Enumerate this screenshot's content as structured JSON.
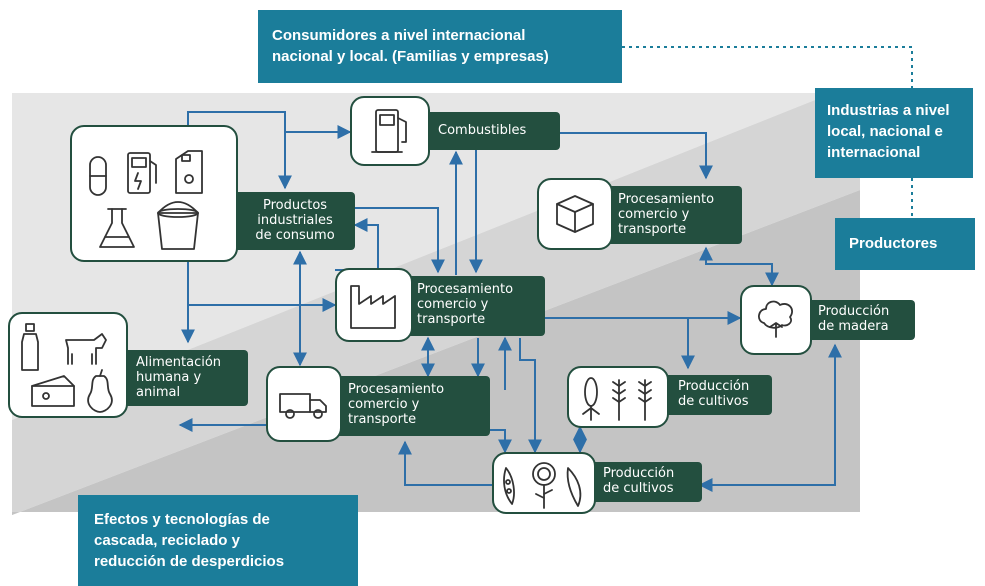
{
  "callouts": {
    "consumers": [
      "Consumidores a nivel internacional",
      "nacional y local. (Familias y empresas)"
    ],
    "industries": [
      "Industrias a nivel",
      "local, nacional e",
      "internacional"
    ],
    "producers": "Productores",
    "cascade": [
      "Efectos y tecnologías de",
      "cascada, reciclado y",
      "reducción de desperdicios"
    ]
  },
  "nodes": {
    "fuels": "Combustibles",
    "industrial_products": [
      "Productos",
      "industriales",
      "de consumo"
    ],
    "processing_packaging": [
      "Procesamiento",
      "comercio y",
      "transporte"
    ],
    "processing_factory": [
      "Procesamiento",
      "comercio y",
      "transporte"
    ],
    "processing_truck": [
      "Procesamiento",
      "comercio y",
      "transporte"
    ],
    "food": [
      "Alimentación",
      "humana y",
      "animal"
    ],
    "wood": [
      "Producción",
      "de madera"
    ],
    "crops_grain": [
      "Producción",
      "de cultivos"
    ],
    "crops_vegetables": [
      "Producción",
      "de cultivos"
    ]
  },
  "icons": {
    "products": [
      "pill-icon",
      "fuel-pump-icon",
      "jerrycan-icon",
      "flask-icon",
      "bucket-icon"
    ],
    "fuels": "fuel-pump-icon",
    "packaging": "box-icon",
    "factory": "factory-icon",
    "truck": "truck-icon",
    "food": [
      "bottle-icon",
      "cow-icon",
      "cheese-icon",
      "pear-icon"
    ],
    "wood": "tree-icon",
    "grain": [
      "corn-icon",
      "wheat-icon",
      "wheat-icon"
    ],
    "vegetables": [
      "pea-pod-icon",
      "sunflower-icon",
      "bean-pod-icon"
    ]
  },
  "colors": {
    "callout_teal": "#1b7d9a",
    "node_green": "#234f3f",
    "arrow_blue": "#2e6fa8",
    "band_light": "#e6e6e6",
    "band_mid": "#d5d5d5",
    "band_dark": "#c4c4c4"
  }
}
